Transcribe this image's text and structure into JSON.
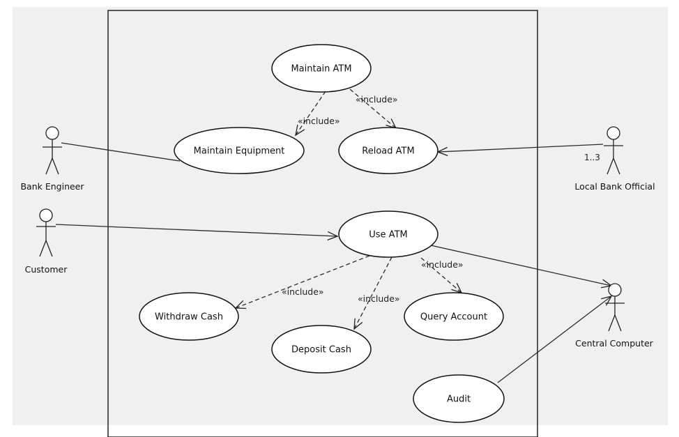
{
  "colors": {
    "background": "#f0f0f0",
    "outer": "#ffffff",
    "stroke": "#222222",
    "usecase_fill": "#ffffff"
  },
  "actors": {
    "bank_engineer": "Bank Engineer",
    "customer": "Customer",
    "local_bank_official": "Local Bank Official",
    "central_computer": "Central Computer"
  },
  "use_cases": {
    "maintain_atm": "Maintain ATM",
    "maintain_equipment": "Maintain Equipment",
    "reload_atm": "Reload ATM",
    "use_atm": "Use ATM",
    "withdraw_cash": "Withdraw Cash",
    "deposit_cash": "Deposit Cash",
    "query_account": "Query Account",
    "audit": "Audit"
  },
  "stereotypes": {
    "maintain_include_reload": "«include»",
    "maintain_include_equipment": "«include»",
    "use_include_withdraw": "«include»",
    "use_include_deposit": "«include»",
    "use_include_query": "«include»"
  },
  "multiplicities": {
    "local_bank_official": "1..3"
  }
}
